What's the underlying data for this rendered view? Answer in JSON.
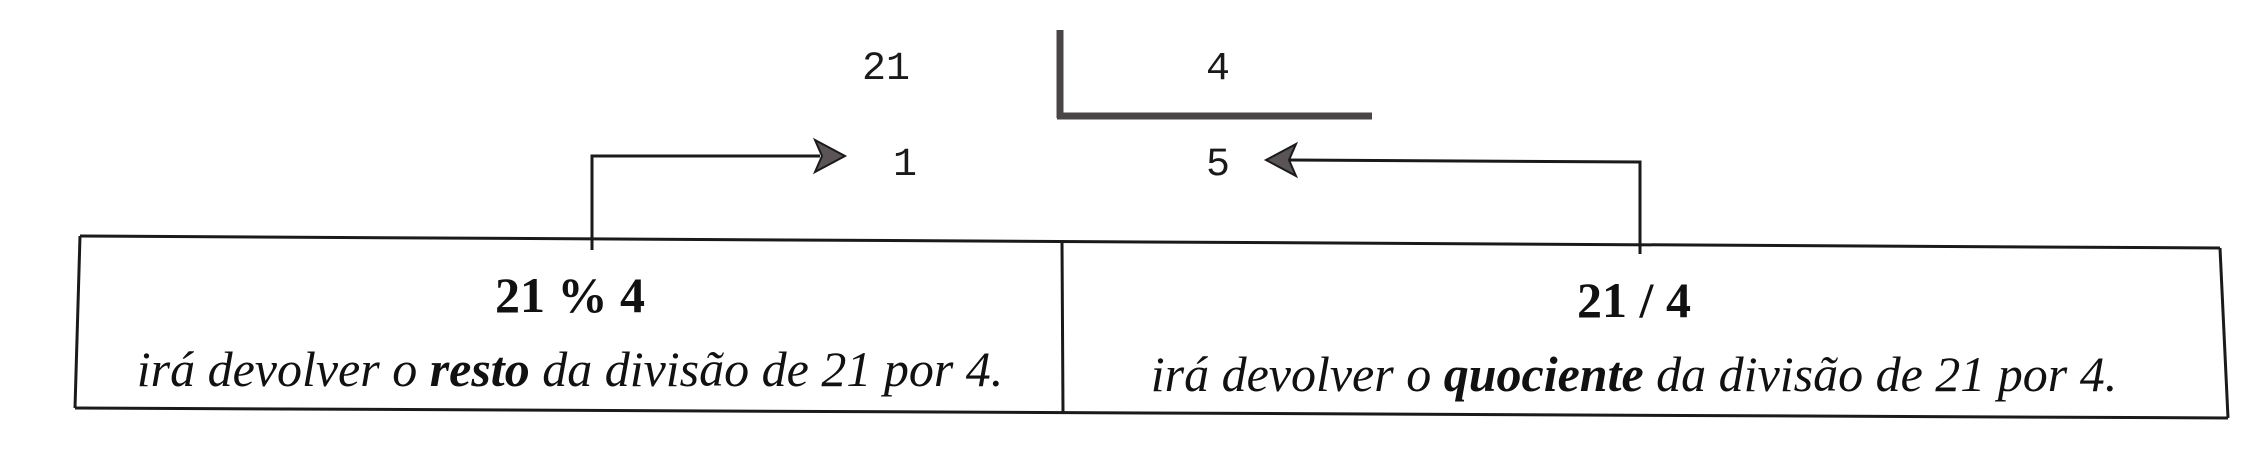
{
  "division": {
    "dividend": "21",
    "divisor": "4",
    "remainder": "1",
    "quotient": "5"
  },
  "boxes": {
    "left": {
      "expression": "21 % 4",
      "desc_prefix": "irá devolver o ",
      "desc_emphasis": "resto",
      "desc_suffix": " da divisão de 21 por 4."
    },
    "right": {
      "expression": "21 / 4",
      "desc_prefix": "irá devolver o ",
      "desc_emphasis": "quociente",
      "desc_suffix": " da divisão de 21 por 4."
    }
  },
  "colors": {
    "line": "#1a1a1a",
    "bracket": "#4a4446",
    "arrowhead": "#5a5456"
  },
  "icons": {
    "remainder_arrow": "arrow-right-icon",
    "quotient_arrow": "arrow-left-icon"
  }
}
